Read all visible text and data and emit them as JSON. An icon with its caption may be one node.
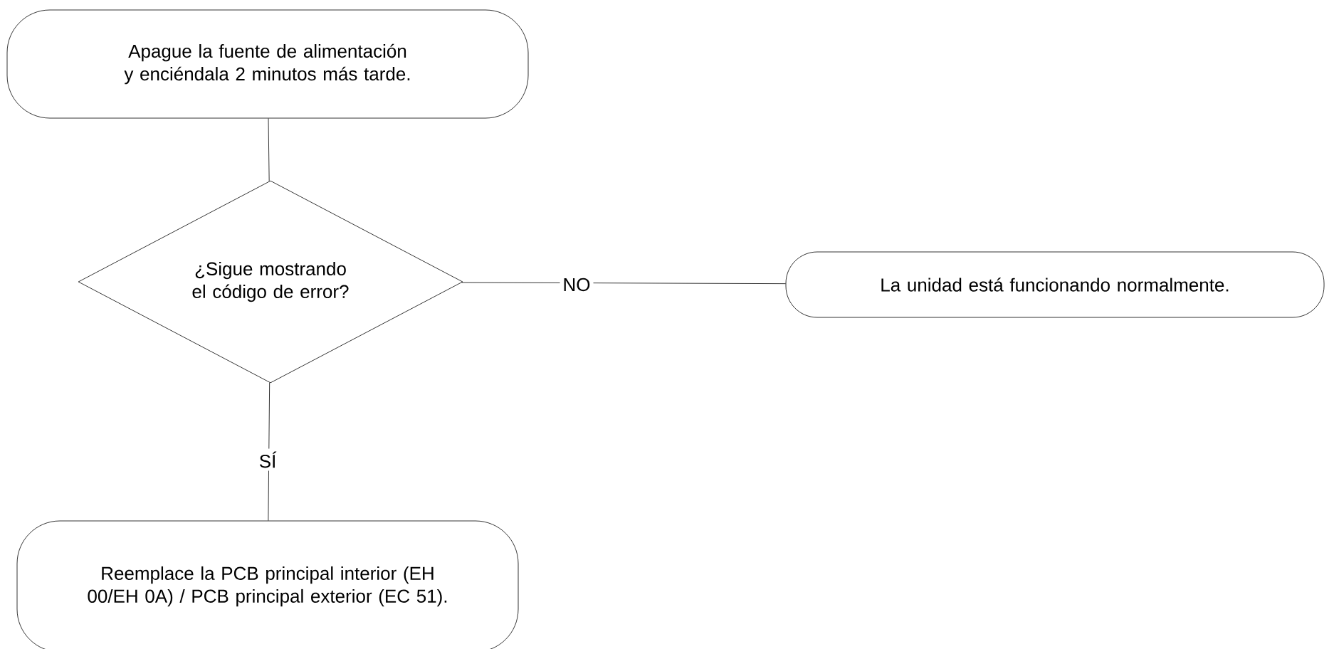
{
  "diagram": {
    "nodes": [
      {
        "text": [
          "Apague la fuente de alimentación y enciéndala 2 minutos más tarde."
        ]
      },
      {
        "text": [
          "¿Sigue mostrando el código de error?"
        ]
      },
      {
        "text": [
          "La unidad está funcionando normalmente."
        ]
      },
      {
        "text": [
          "Reemplace la PCB principal interior (EH 00/EH 0A) / PCB principal exterior (EC 51)."
        ]
      }
    ],
    "edges": [
      {
        "from": 0,
        "to": 1,
        "arrow": "none"
      },
      {
        "from": 1,
        "to": 2,
        "arrow": "none",
        "label": "NO"
      },
      {
        "from": 1,
        "to": 3,
        "arrow": "none",
        "label": "SÍ"
      }
    ]
  }
}
